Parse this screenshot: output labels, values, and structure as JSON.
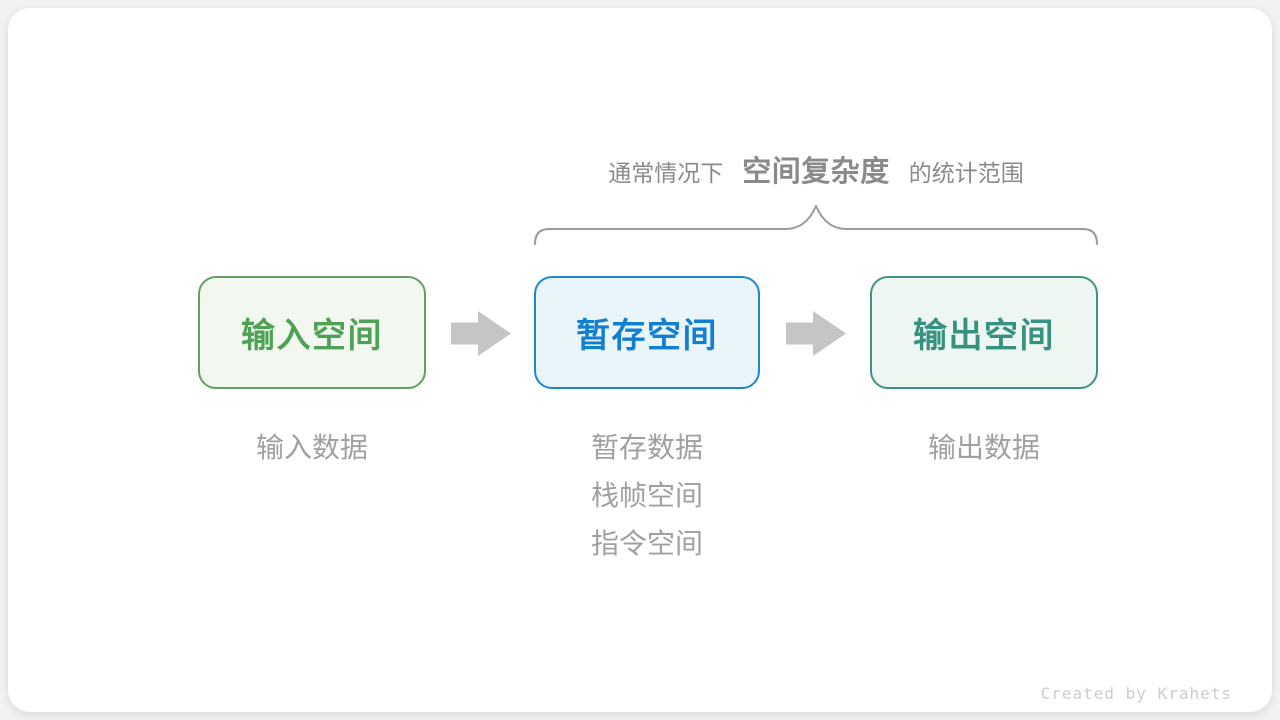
{
  "title": {
    "prefix": "通常情况下",
    "emphasis": "空间复杂度",
    "suffix": "的统计范围"
  },
  "boxes": [
    {
      "label": "输入空间",
      "border_color": "#63a063",
      "fill_color": "#f2f8f0",
      "text_color": "#4fa155"
    },
    {
      "label": "暂存空间",
      "border_color": "#1e87d0",
      "fill_color": "#eaf4fb",
      "text_color": "#1280d2"
    },
    {
      "label": "输出空间",
      "border_color": "#3e9386",
      "fill_color": "#eef6f2",
      "text_color": "#37917f"
    }
  ],
  "annotations": {
    "input": [
      "输入数据"
    ],
    "buffer": [
      "暂存数据",
      "栈帧空间",
      "指令空间"
    ],
    "output": [
      "输出数据"
    ]
  },
  "credit": "Created by Krahets",
  "colors": {
    "page_bg": "#f2f2f3",
    "card_bg": "#ffffff",
    "title_text": "#8a8a8a",
    "brace": "#9a9a9a",
    "arrow": "#c5c5c5",
    "note_text": "#a0a0a0",
    "credit_text": "#cdcdcd"
  }
}
